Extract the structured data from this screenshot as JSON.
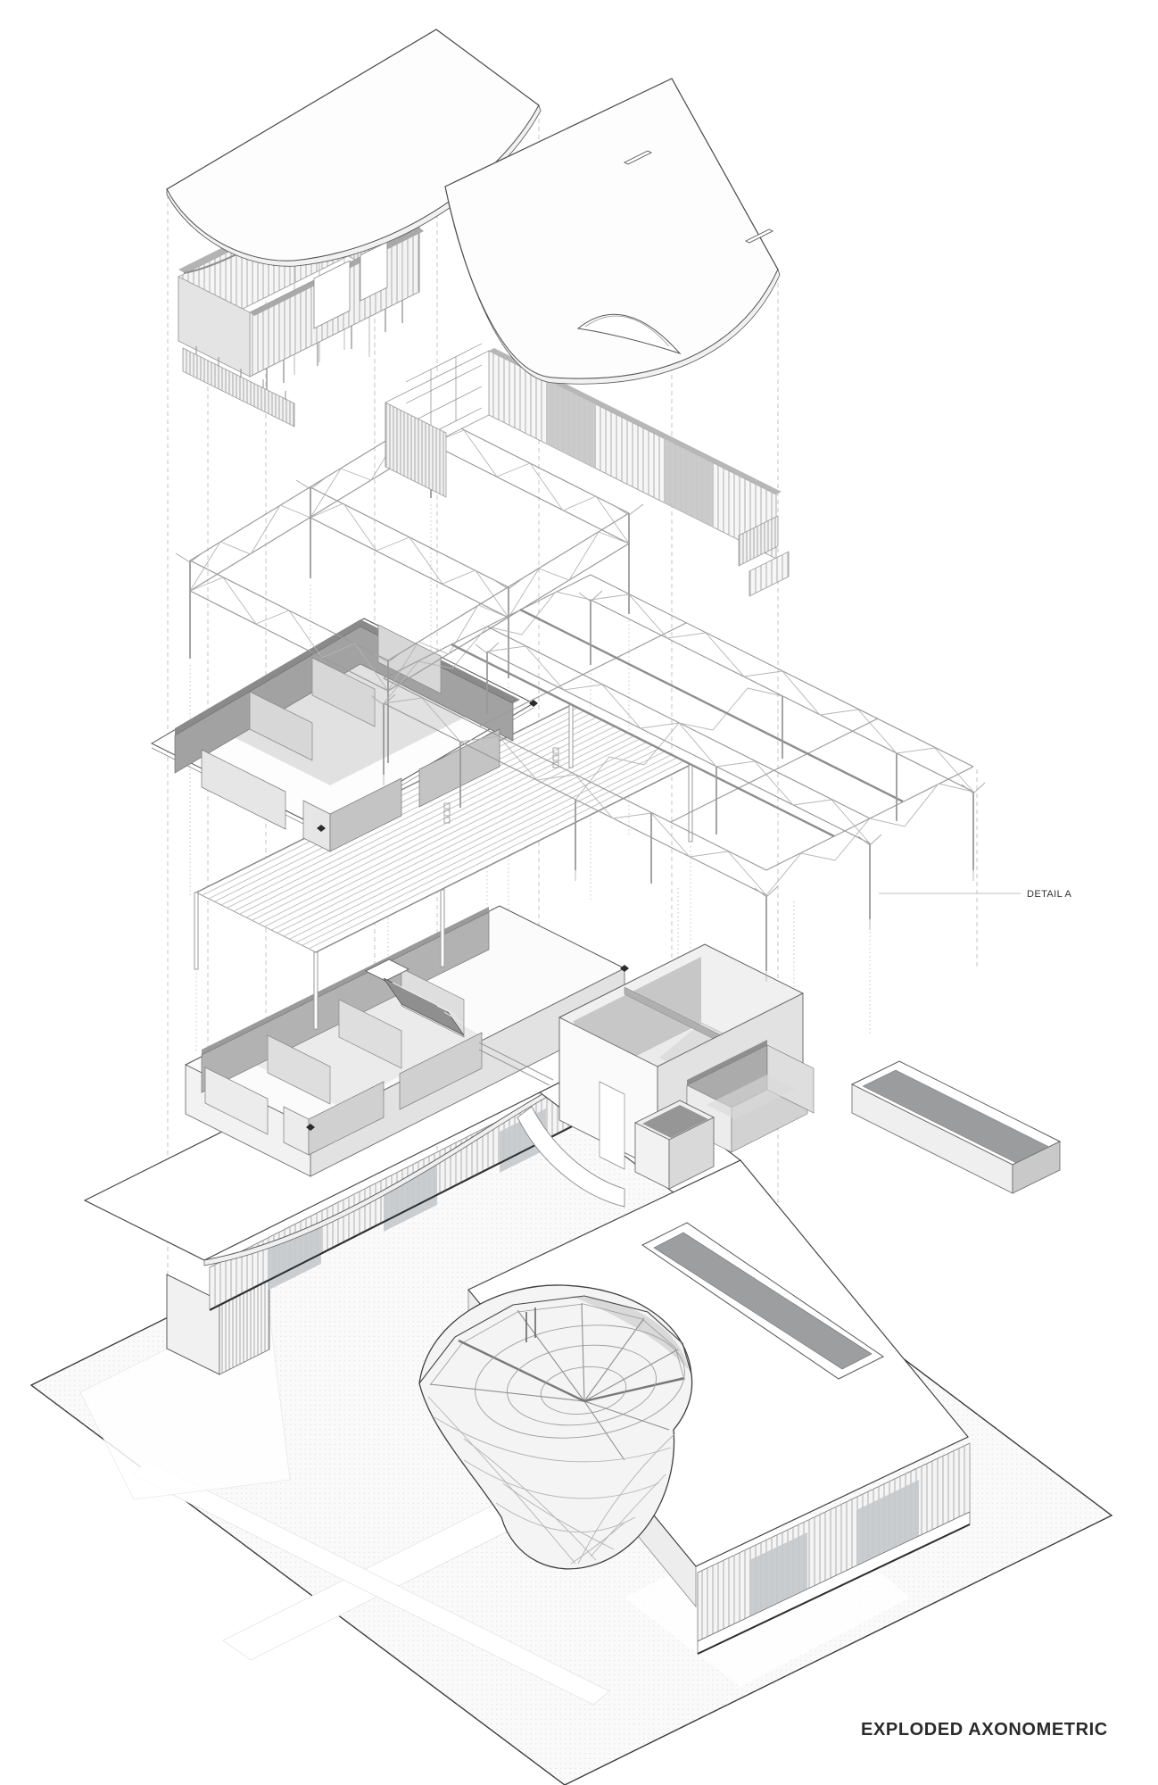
{
  "title": {
    "label": "EXPLODED AXONOMETRIC"
  },
  "annotations": {
    "detail_label": "DETAIL A"
  },
  "drawing": {
    "type": "architectural-exploded-axonometric",
    "layer_count": 11,
    "layers": [
      "curved-roof-slab-west",
      "curved-roof-slab-east",
      "clerestory-slat-volume",
      "steel-truss-grid-west",
      "upper-floor-walls",
      "joist-deck",
      "ground-floor-walls",
      "stud-wall-framing-east",
      "long-truss-assembly-east",
      "great-room-walls",
      "assembled-building-on-site"
    ]
  },
  "colors": {
    "background": "#ffffff",
    "line_dark": "#474747",
    "line_mid": "#8f8f8f",
    "line_light": "#b9b9b9",
    "dash_gray": "#c6c6c6",
    "leader_gray": "#c2c2c2",
    "text_primary": "#2b2b2b",
    "fill_white": "#ffffff",
    "fill_light": "#ededed",
    "fill_mid": "#cccccc",
    "fill_dark": "#a2a2a2",
    "fill_darker": "#8a8a8a"
  }
}
